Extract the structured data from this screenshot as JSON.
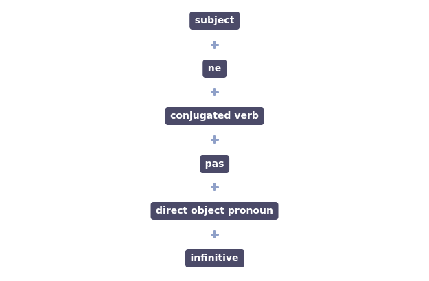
{
  "steps": [
    {
      "label": "subject"
    },
    {
      "label": "ne"
    },
    {
      "label": "conjugated verb"
    },
    {
      "label": "pas"
    },
    {
      "label": "direct object pronoun"
    },
    {
      "label": "infinitive"
    }
  ],
  "connector": "plus-icon",
  "colors": {
    "box_background": "#4b4a68",
    "box_text": "#ffffff",
    "connector": "#8fa0c8"
  }
}
